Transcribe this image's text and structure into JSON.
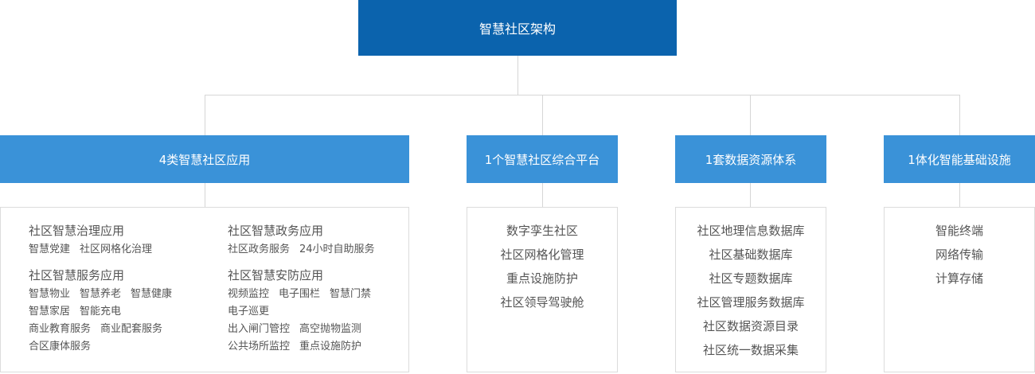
{
  "root": {
    "title": "智慧社区架构"
  },
  "branches": [
    {
      "title": "4类智慧社区应用"
    },
    {
      "title": "1个智慧社区综合平台"
    },
    {
      "title": "1套数据资源体系"
    },
    {
      "title": "1体化智能基础设施"
    }
  ],
  "apps": {
    "left": [
      {
        "title": "社区智慧治理应用",
        "rows": [
          [
            "智慧党建",
            "社区网格化治理"
          ]
        ]
      },
      {
        "title": "社区智慧服务应用",
        "rows": [
          [
            "智慧物业",
            "智慧养老",
            "智慧健康"
          ],
          [
            "智慧家居",
            "智能充电"
          ],
          [
            "商业教育服务",
            "商业配套服务"
          ],
          [
            "合区康体服务"
          ]
        ]
      }
    ],
    "right": [
      {
        "title": "社区智慧政务应用",
        "rows": [
          [
            "社区政务服务",
            "24小时自助服务"
          ]
        ]
      },
      {
        "title": "社区智慧安防应用",
        "rows": [
          [
            "视频监控",
            "电子围栏",
            "智慧门禁"
          ],
          [
            "电子巡更"
          ],
          [
            "出入闸门管控",
            "高空抛物监测"
          ],
          [
            "公共场所监控",
            "重点设施防护"
          ]
        ]
      }
    ]
  },
  "platform": {
    "items": [
      "数字孪生社区",
      "社区网格化管理",
      "重点设施防护",
      "社区领导驾驶舱"
    ]
  },
  "data_system": {
    "items": [
      "社区地理信息数据库",
      "社区基础数据库",
      "社区专题数据库",
      "社区管理服务数据库",
      "社区数据资源目录",
      "社区统一数据采集"
    ]
  },
  "infra": {
    "items": [
      "智能终端",
      "网络传输",
      "计算存储"
    ]
  }
}
